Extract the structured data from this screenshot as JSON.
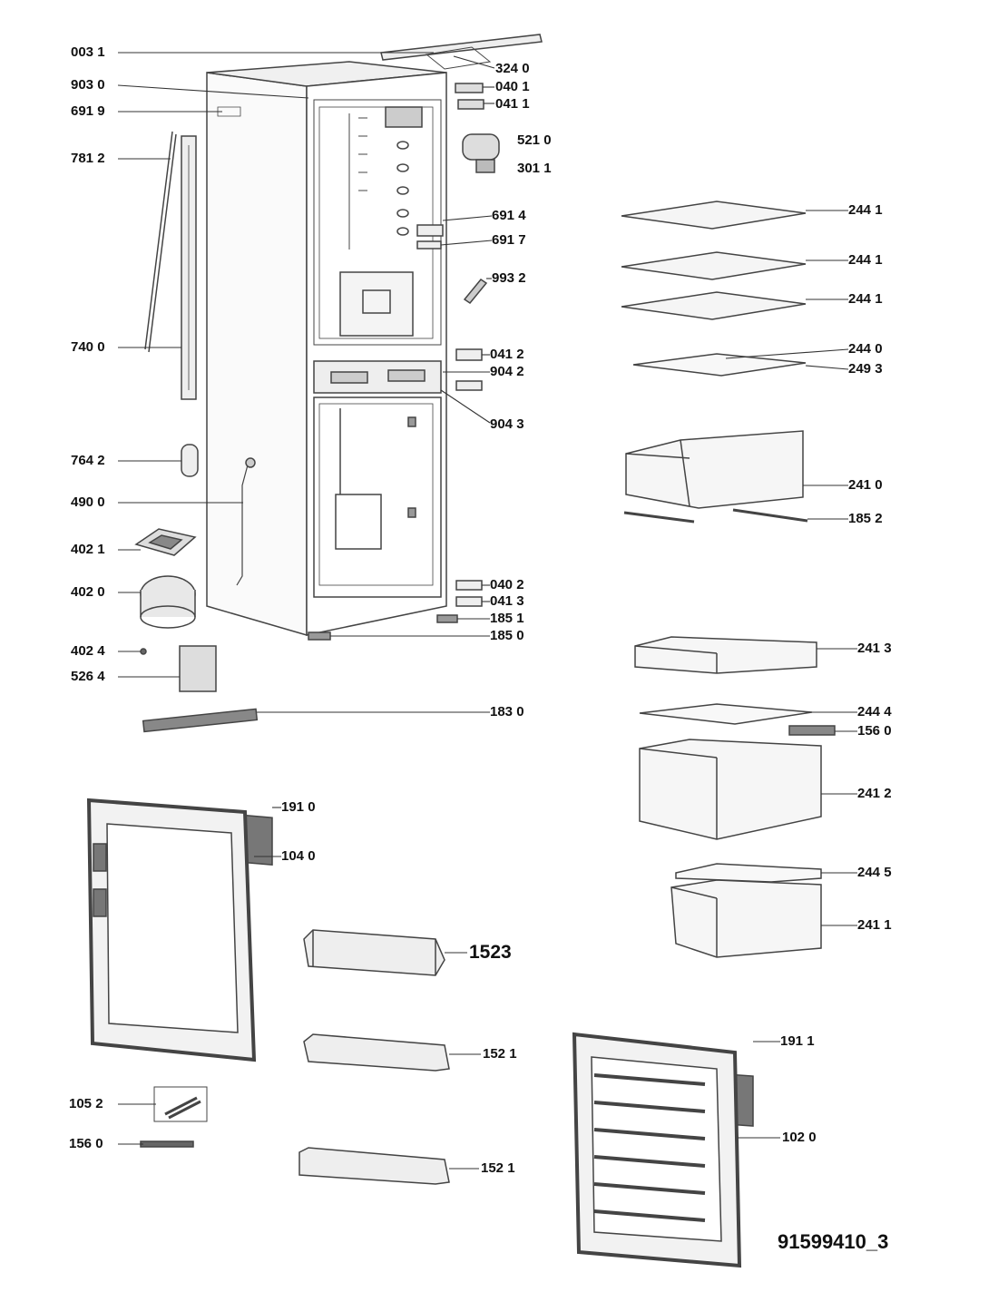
{
  "labels": {
    "l0031": "003 1",
    "l9030": "903 0",
    "l6919": "691 9",
    "l7812": "781 2",
    "l7400": "740 0",
    "l7642": "764 2",
    "l4900": "490 0",
    "l4021": "402 1",
    "l4020": "402 0",
    "l4024": "402 4",
    "l5264": "526 4",
    "l1830": "183 0",
    "l3240": "324 0",
    "l0401": "040 1",
    "l0411": "041 1",
    "l5210": "521 0",
    "l3011": "301 1",
    "l6914": "691 4",
    "l6917": "691 7",
    "l9932": "993 2",
    "l0412": "041 2",
    "l9042": "904 2",
    "l9043": "904 3",
    "l0402": "040 2",
    "l0413": "041 3",
    "l1851": "185 1",
    "l1850": "185 0",
    "l2441a": "244 1",
    "l2441b": "244 1",
    "l2441c": "244 1",
    "l2440": "244 0",
    "l2493": "249 3",
    "l2410": "241 0",
    "l1852": "185 2",
    "l2413": "241 3",
    "l2444": "244 4",
    "l1560a": "156 0",
    "l2412": "241 2",
    "l2445": "244 5",
    "l2411": "241 1",
    "l1910": "191 0",
    "l1040": "104 0",
    "l1523": "1523",
    "l1521a": "152 1",
    "l1521b": "152 1",
    "l1052": "105 2",
    "l1560b": "156 0",
    "l1911": "191 1",
    "l1020": "102 0"
  },
  "document_id": "91599410_3",
  "colors": {
    "ink": "#111111",
    "line": "#444444",
    "fill_light": "#f2f2f2",
    "fill_dark": "#555555"
  }
}
